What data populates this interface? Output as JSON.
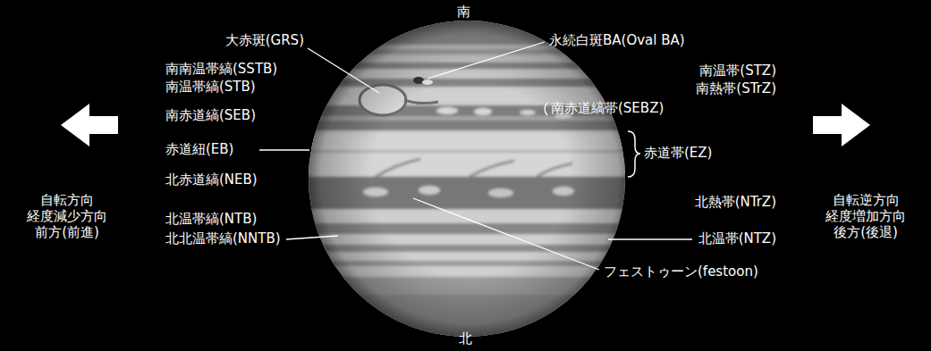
{
  "diagram": {
    "labels": [
      "南",
      "大赤斑(GRS)",
      "永続白斑BA(Oval BA)",
      "南南温帯縞(SSTB)",
      "南温帯縞(STB)",
      "南温帯(STZ)",
      "南熱帯(STrZ)",
      "南赤道縞(SEB)",
      "南赤道縞帯(SEBZ)",
      "自転方向",
      "経度減少方向",
      "前方(前進)",
      "赤道紐(EB)",
      "赤道帯(EZ)",
      "自転逆方向",
      "経度増加方向",
      "後方(後退)",
      "北赤道縞(NEB)",
      "北熱帯(NTrZ)",
      "北温帯縞(NTB)",
      "北北温帯縞(NNTB)",
      "北温帯(NTZ)",
      "フェストゥーン(festoon)",
      "北"
    ]
  }
}
